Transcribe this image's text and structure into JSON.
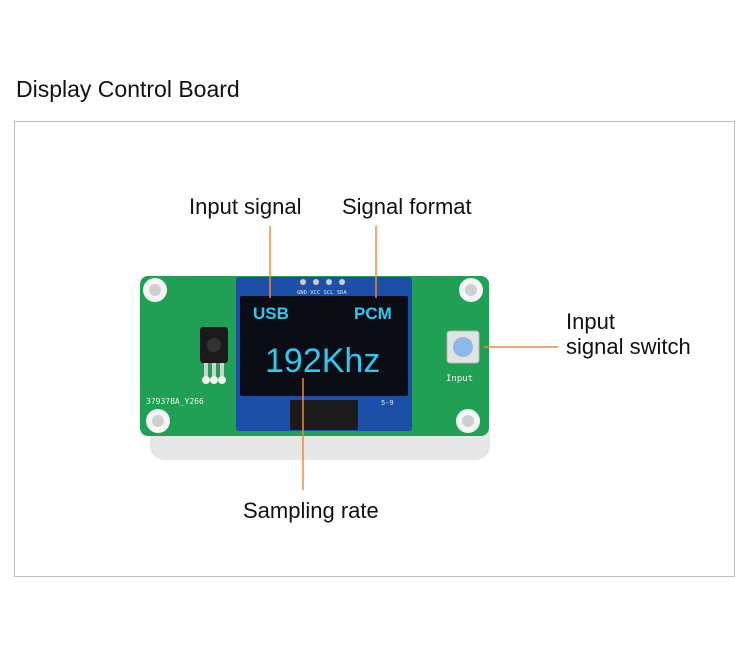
{
  "title": "Display Control Board",
  "callouts": {
    "input_signal": "Input signal",
    "signal_format": "Signal format",
    "input_switch_line1": "Input",
    "input_switch_line2": "signal switch",
    "sampling_rate": "Sampling rate"
  },
  "oled": {
    "source": "USB",
    "format": "PCM",
    "rate": "192Khz",
    "pin_header": "GND VCC SCL SDA",
    "corner_code": "5-9"
  },
  "board": {
    "silkscreen_id": "379378A_Y266",
    "button_label": "Input"
  },
  "colors": {
    "pcb": "#1fa055",
    "oled_text": "#2fc8ee",
    "leader": "#f08a3c",
    "button": "#8fb8ea"
  }
}
